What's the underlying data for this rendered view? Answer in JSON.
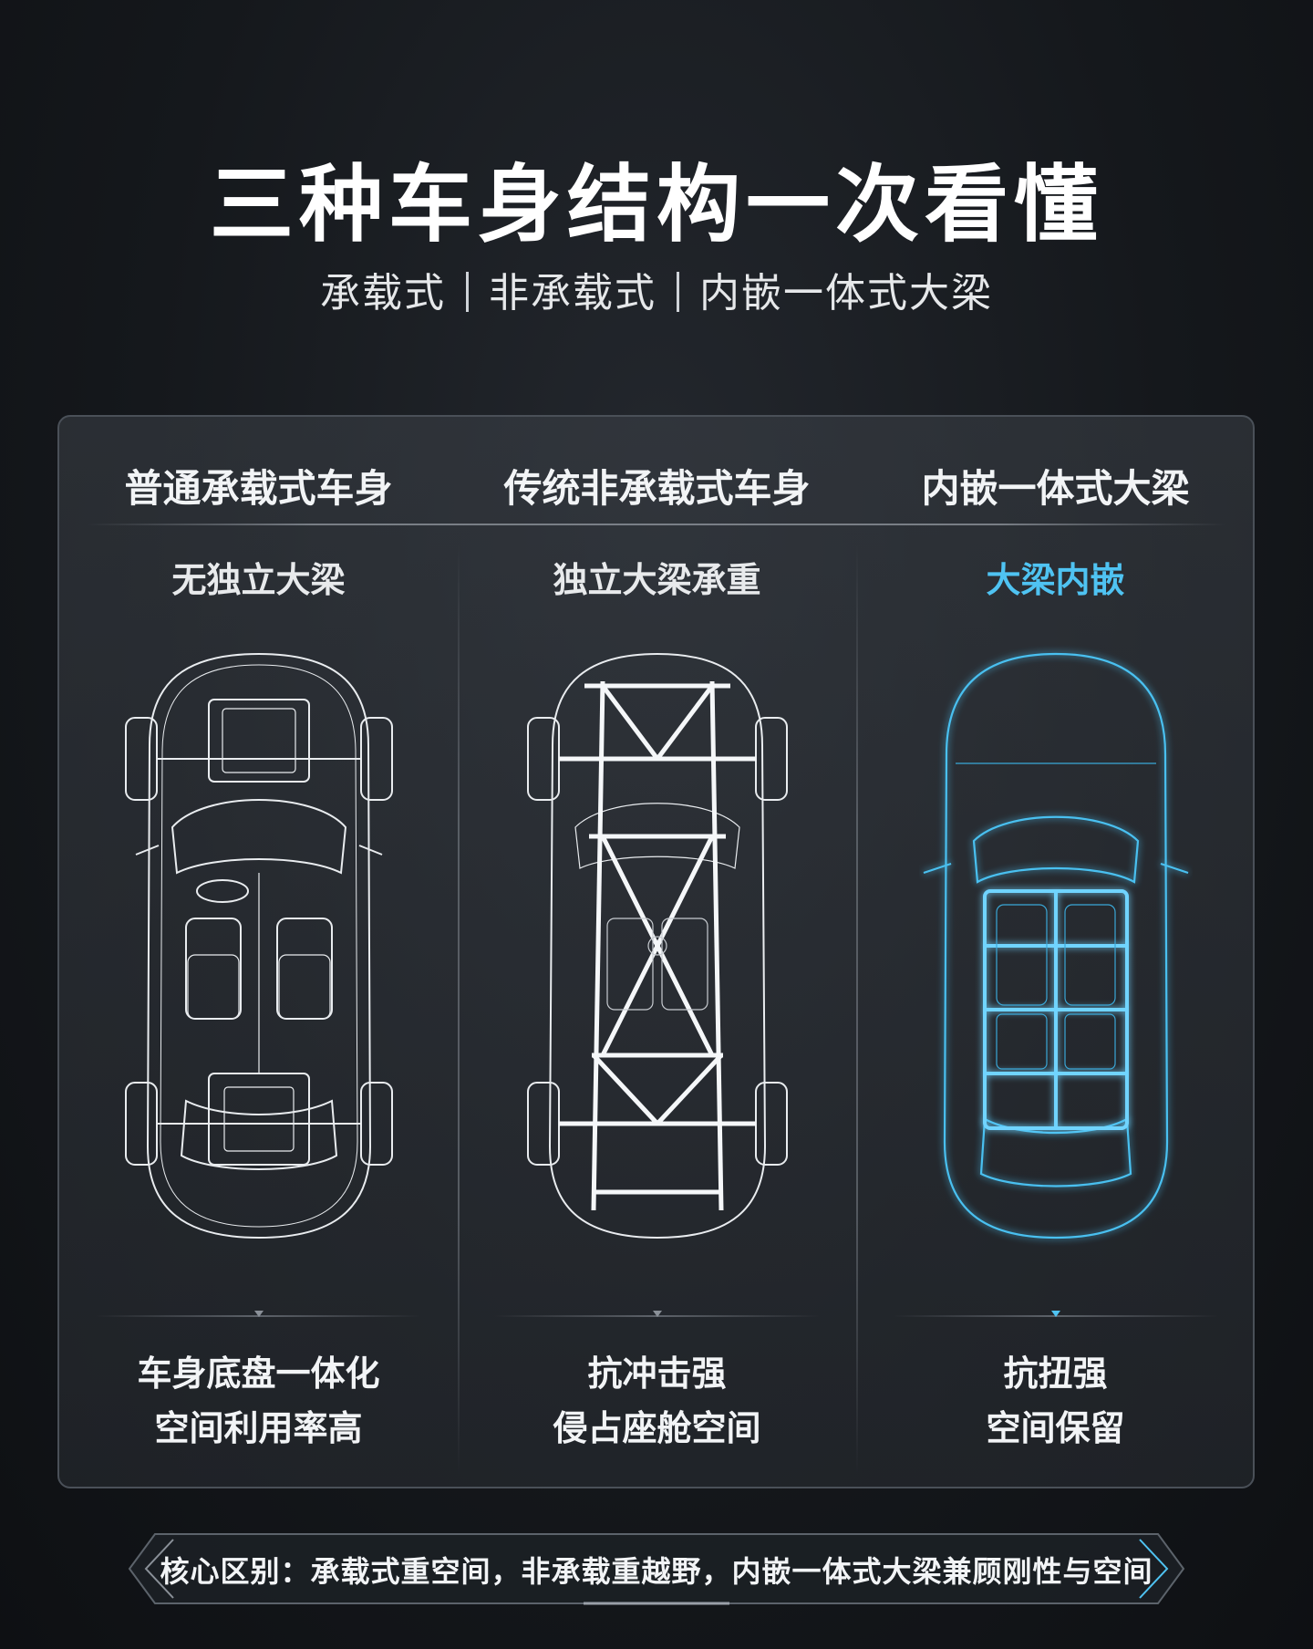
{
  "header": {
    "title": "三种车身结构一次看懂",
    "subtitle_parts": [
      "承载式",
      "非承载式",
      "内嵌一体式大梁"
    ]
  },
  "columns": [
    {
      "title": "普通承载式车身",
      "subtitle": "无独立大梁",
      "features": [
        "车身底盘一体化",
        "空间利用率高"
      ],
      "style": "white-wireframe"
    },
    {
      "title": "传统非承载式车身",
      "subtitle": "独立大梁承重",
      "features": [
        "抗冲击强",
        "侵占座舱空间"
      ],
      "style": "white-wireframe-ladder-frame"
    },
    {
      "title": "内嵌一体式大梁",
      "subtitle": "大梁内嵌",
      "features": [
        "抗扭强",
        "空间保留"
      ],
      "style": "blue-glow-wireframe"
    }
  ],
  "banner": {
    "text": "核心区别：承载式重空间，非承载重越野，内嵌一体式大梁兼顾刚性与空间"
  },
  "colors": {
    "background": "#15181c",
    "panel_border": "#4a5058",
    "accent_blue": "#4fc3f2",
    "text": "#f2f4f6"
  }
}
